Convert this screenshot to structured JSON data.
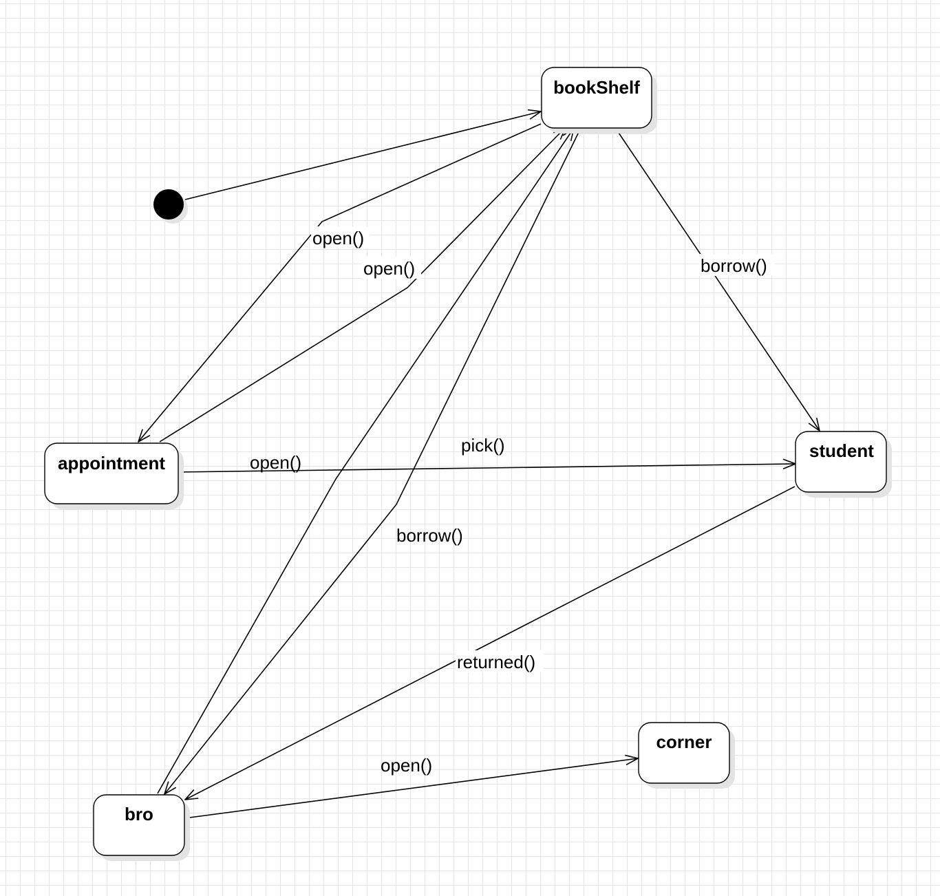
{
  "diagram": {
    "initial_state": "start",
    "states": [
      {
        "id": "bookShelf",
        "label": "bookShelf"
      },
      {
        "id": "appointment",
        "label": "appointment"
      },
      {
        "id": "student",
        "label": "student"
      },
      {
        "id": "corner",
        "label": "corner"
      },
      {
        "id": "bro",
        "label": "bro"
      }
    ],
    "transitions": [
      {
        "id": "start-bookshelf",
        "from": "start",
        "to": "bookShelf",
        "label": ""
      },
      {
        "id": "bookshelf-appointment-open",
        "from": "bookShelf",
        "to": "appointment",
        "label": "open()"
      },
      {
        "id": "appointment-bookshelf-open",
        "from": "appointment",
        "to": "bookShelf",
        "label": "open()"
      },
      {
        "id": "bookshelf-student-borrow",
        "from": "bookShelf",
        "to": "student",
        "label": "borrow()"
      },
      {
        "id": "appointment-student-open",
        "from": "appointment",
        "to": "student",
        "label": "open()"
      },
      {
        "id": "appointment-student-pick",
        "from": "appointment",
        "to": "student",
        "label": "pick()"
      },
      {
        "id": "bro-bookshelf",
        "from": "bro",
        "to": "bookShelf",
        "label": ""
      },
      {
        "id": "bookshelf-bro-borrow",
        "from": "bookShelf",
        "to": "bro",
        "label": "borrow()"
      },
      {
        "id": "student-bro-returned",
        "from": "student",
        "to": "bro",
        "label": "returned()"
      },
      {
        "id": "bro-corner-open",
        "from": "bro",
        "to": "corner",
        "label": "open()"
      }
    ]
  }
}
